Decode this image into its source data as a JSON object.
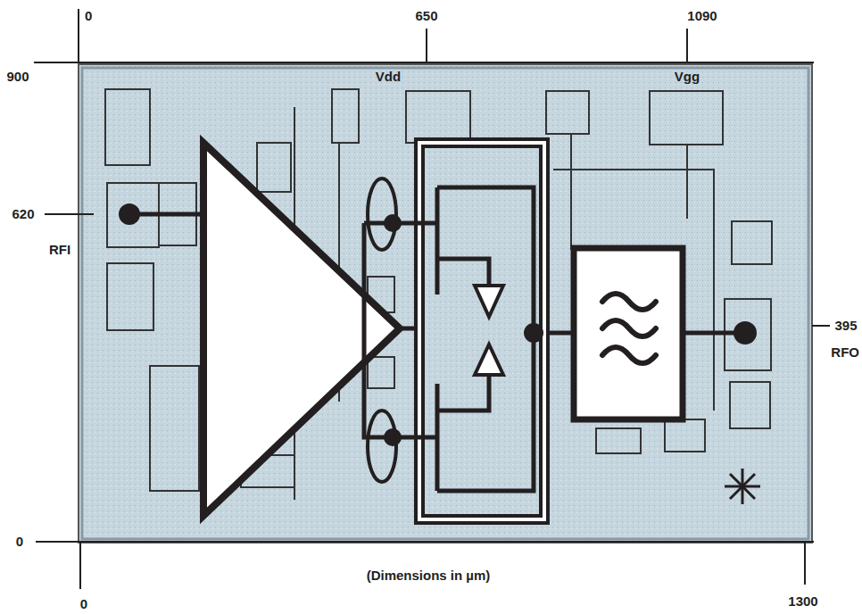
{
  "diagram": {
    "caption": "(Dimensions in µm)",
    "labels": [
      "0",
      "650",
      "1090",
      "Vdd",
      "Vgg",
      "900",
      "620",
      "RFI",
      "395",
      "RFO",
      "0",
      "0",
      "1300"
    ]
  }
}
